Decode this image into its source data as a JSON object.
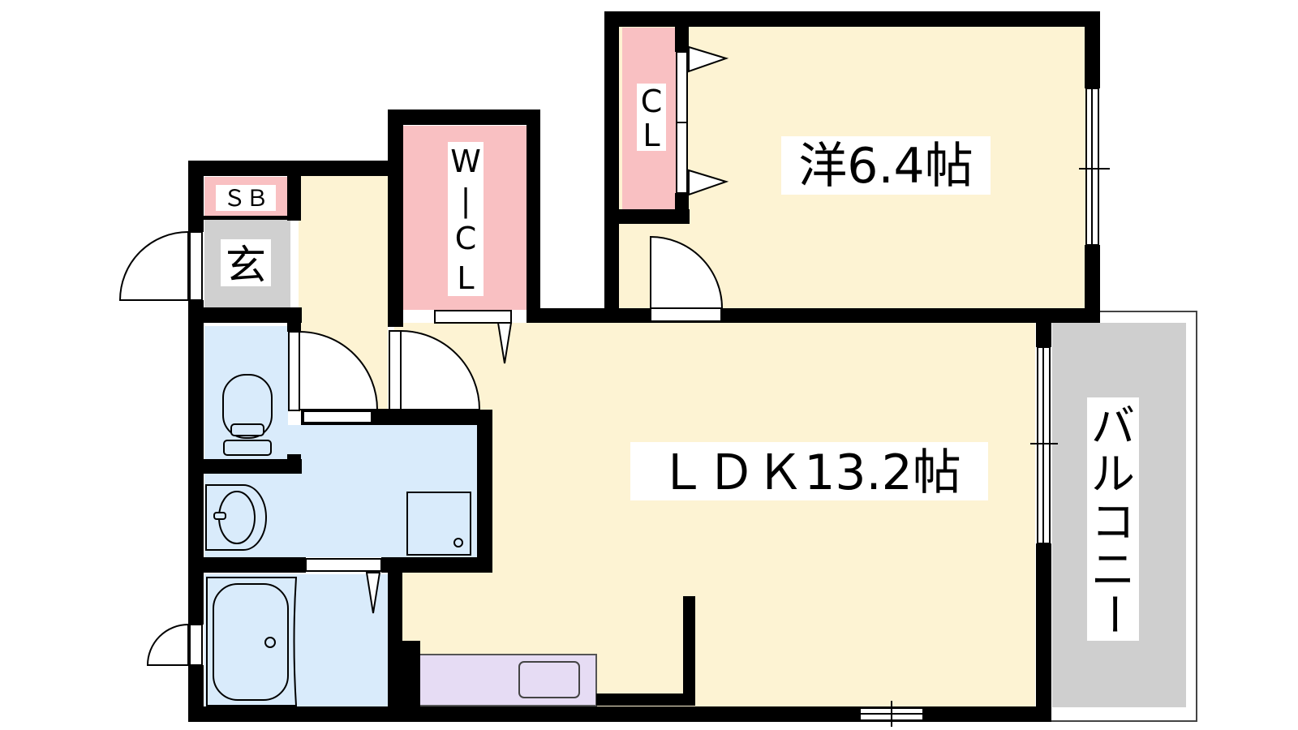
{
  "rooms": {
    "western": "洋6.4帖",
    "ldk": "ＬＤＫ13.2帖",
    "closet_c": "C",
    "closet_l": "L",
    "wic_w": "W",
    "wic_bar": "|",
    "wic_c": "C",
    "wic_l": "L",
    "shoebox": "ＳＢ",
    "entrance": "玄",
    "balcony": [
      "バ",
      "ル",
      "コ",
      "ニ",
      "ー"
    ]
  },
  "colors": {
    "wall": "#000000",
    "living_floor": "#fdf3d3",
    "storage": "#f9c0c2",
    "wet_area": "#d9ebfb",
    "entrance_floor": "#d0d0d0",
    "balcony": "#cfcfcf",
    "kitchen": "#e6dcf4"
  }
}
